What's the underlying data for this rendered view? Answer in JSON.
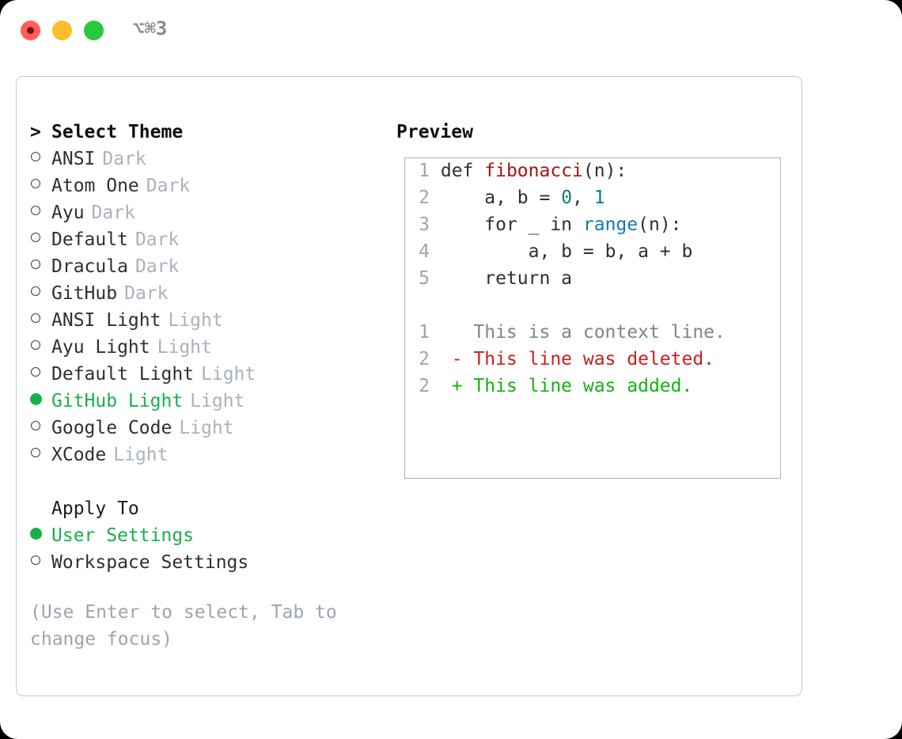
{
  "titlebar": {
    "shortcut": "⌥⌘3",
    "close_label": "close",
    "minimize_label": "minimize",
    "maximize_label": "maximize",
    "colors": {
      "close": "#ff5f57",
      "minimize": "#febc2e",
      "maximize": "#28c840"
    }
  },
  "theme_picker": {
    "caret": ">",
    "heading": "Select Theme",
    "bullet_selected": "●",
    "bullet_unselected": "○",
    "selected_color": "#16b04b",
    "items": [
      {
        "name": "ANSI",
        "variant": "Dark",
        "selected": false
      },
      {
        "name": "Atom One",
        "variant": "Dark",
        "selected": false
      },
      {
        "name": "Ayu",
        "variant": "Dark",
        "selected": false
      },
      {
        "name": "Default",
        "variant": "Dark",
        "selected": false
      },
      {
        "name": "Dracula",
        "variant": "Dark",
        "selected": false
      },
      {
        "name": "GitHub",
        "variant": "Dark",
        "selected": false
      },
      {
        "name": "ANSI Light",
        "variant": "Light",
        "selected": false
      },
      {
        "name": "Ayu Light",
        "variant": "Light",
        "selected": false
      },
      {
        "name": "Default Light",
        "variant": "Light",
        "selected": false
      },
      {
        "name": "GitHub Light",
        "variant": "Light",
        "selected": true
      },
      {
        "name": "Google Code",
        "variant": "Light",
        "selected": false
      },
      {
        "name": "XCode",
        "variant": "Light",
        "selected": false
      }
    ]
  },
  "apply_to": {
    "heading": "Apply To",
    "options": [
      {
        "label": "User Settings",
        "selected": true
      },
      {
        "label": "Workspace Settings",
        "selected": false
      }
    ]
  },
  "hint": "(Use Enter to select, Tab to change focus)",
  "preview": {
    "title": "Preview",
    "code": [
      {
        "ln": "1",
        "tokens": [
          {
            "t": "def ",
            "c": "plain"
          },
          {
            "t": "fibonacci",
            "c": "fn"
          },
          {
            "t": "(n):",
            "c": "plain"
          }
        ]
      },
      {
        "ln": "2",
        "tokens": [
          {
            "t": "    a, b = ",
            "c": "plain"
          },
          {
            "t": "0",
            "c": "num"
          },
          {
            "t": ", ",
            "c": "plain"
          },
          {
            "t": "1",
            "c": "num"
          }
        ]
      },
      {
        "ln": "3",
        "tokens": [
          {
            "t": "    for _ in ",
            "c": "plain"
          },
          {
            "t": "range",
            "c": "builtin"
          },
          {
            "t": "(n):",
            "c": "plain"
          }
        ]
      },
      {
        "ln": "4",
        "tokens": [
          {
            "t": "        a, b = b, a + b",
            "c": "plain"
          }
        ]
      },
      {
        "ln": "5",
        "tokens": [
          {
            "t": "    return a",
            "c": "plain"
          }
        ]
      }
    ],
    "diff": [
      {
        "ln": "1",
        "marker": " ",
        "text": "This is a context line.",
        "kind": "ctx"
      },
      {
        "ln": "2",
        "marker": "-",
        "text": "This line was deleted.",
        "kind": "del"
      },
      {
        "ln": "2",
        "marker": "+",
        "text": "This line was added.",
        "kind": "add"
      }
    ],
    "colors": {
      "function": "#a31515",
      "number": "#0b7d7d",
      "builtin": "#1179b5",
      "deleted": "#cc1f1f",
      "added": "#11b311",
      "context": "#7d858e",
      "line_number": "#9aa5b1"
    }
  }
}
